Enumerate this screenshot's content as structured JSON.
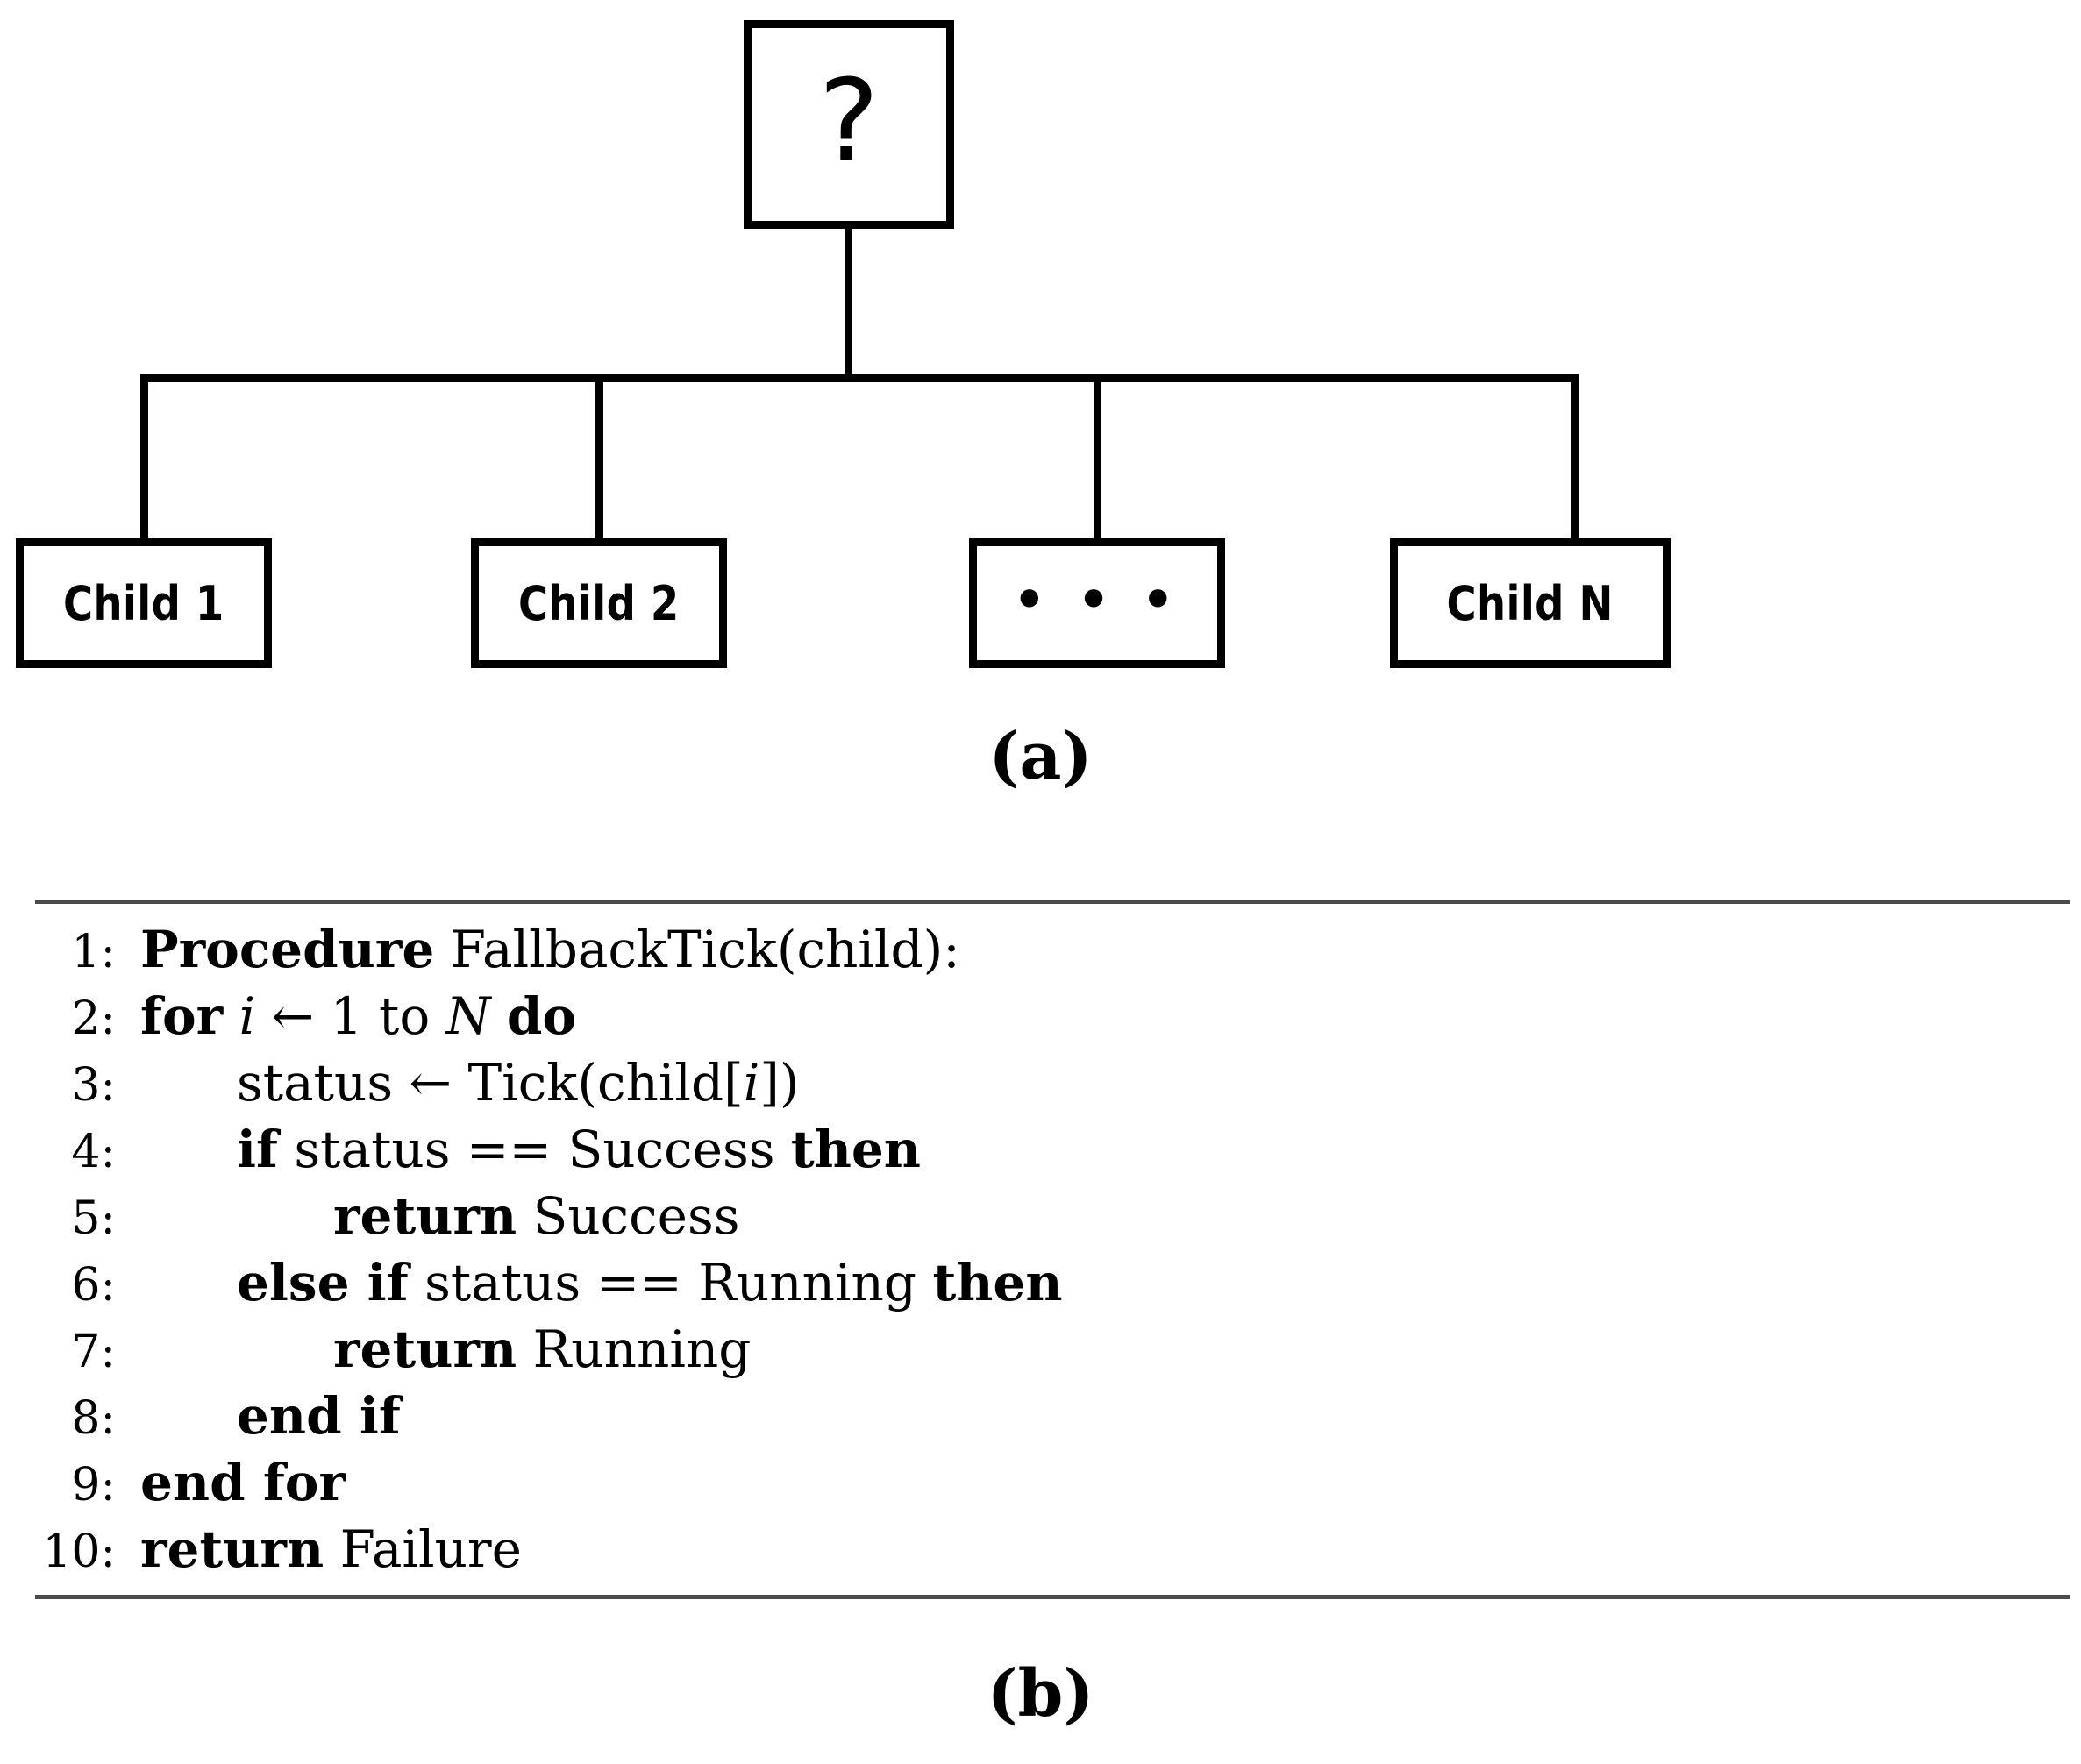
{
  "figure": {
    "panel_a": {
      "label": "(a)",
      "root": {
        "symbol": "?",
        "name": "fallback-node"
      },
      "children": [
        {
          "label": "Child 1",
          "kind": "text"
        },
        {
          "label": "Child 2",
          "kind": "text"
        },
        {
          "label": "• • •",
          "kind": "ellipsis"
        },
        {
          "label": "Child N",
          "kind": "text"
        }
      ]
    },
    "panel_b": {
      "label": "(b)",
      "algorithm": {
        "lines": [
          {
            "num": "1:",
            "indent": 0,
            "tokens": [
              {
                "t": "Procedure",
                "s": "kw"
              },
              {
                "t": " FallbackTick(child):",
                "s": "rm"
              }
            ]
          },
          {
            "num": "2:",
            "indent": 0,
            "tokens": [
              {
                "t": "for",
                "s": "kw"
              },
              {
                "t": " ",
                "s": "rm"
              },
              {
                "t": "i",
                "s": "mv"
              },
              {
                "t": " ← 1 to ",
                "s": "rm"
              },
              {
                "t": "N",
                "s": "mv"
              },
              {
                "t": " ",
                "s": "rm"
              },
              {
                "t": "do",
                "s": "kw"
              }
            ]
          },
          {
            "num": "3:",
            "indent": 1,
            "tokens": [
              {
                "t": "status ← Tick(child[",
                "s": "rm"
              },
              {
                "t": "i",
                "s": "mv"
              },
              {
                "t": "])",
                "s": "rm"
              }
            ]
          },
          {
            "num": "4:",
            "indent": 1,
            "tokens": [
              {
                "t": "if",
                "s": "kw"
              },
              {
                "t": " status == Success ",
                "s": "rm"
              },
              {
                "t": "then",
                "s": "kw"
              }
            ]
          },
          {
            "num": "5:",
            "indent": 2,
            "tokens": [
              {
                "t": "return",
                "s": "kw"
              },
              {
                "t": " Success",
                "s": "rm"
              }
            ]
          },
          {
            "num": "6:",
            "indent": 1,
            "tokens": [
              {
                "t": "else if",
                "s": "kw"
              },
              {
                "t": " status == Running ",
                "s": "rm"
              },
              {
                "t": "then",
                "s": "kw"
              }
            ]
          },
          {
            "num": "7:",
            "indent": 2,
            "tokens": [
              {
                "t": "return",
                "s": "kw"
              },
              {
                "t": " Running",
                "s": "rm"
              }
            ]
          },
          {
            "num": "8:",
            "indent": 1,
            "tokens": [
              {
                "t": "end if",
                "s": "kw"
              }
            ]
          },
          {
            "num": "9:",
            "indent": 0,
            "tokens": [
              {
                "t": "end for",
                "s": "kw"
              }
            ]
          },
          {
            "num": "10:",
            "indent": 0,
            "tokens": [
              {
                "t": "return",
                "s": "kw"
              },
              {
                "t": " Failure",
                "s": "rm"
              }
            ]
          }
        ]
      }
    }
  },
  "colors": {
    "ink": "#000000",
    "rule": "#4a4a4a",
    "paper": "#ffffff"
  }
}
